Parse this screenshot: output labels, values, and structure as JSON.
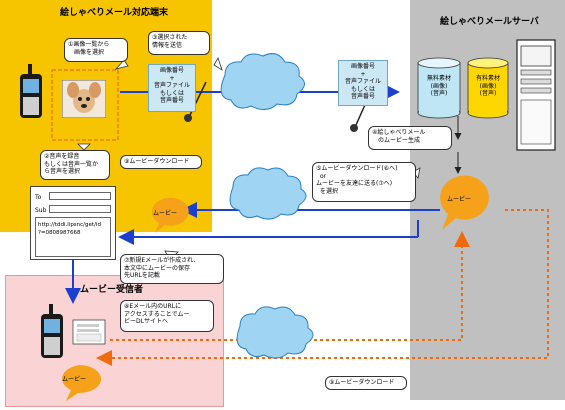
{
  "terminal": {
    "title": "絵しゃべりメール対応端末",
    "step1": [
      "①画像一覧から",
      "画像を選択"
    ],
    "step2": [
      "②音声を録音",
      "もしくは音声一覧か",
      "ら音声を選択"
    ],
    "step3": [
      "③選択された",
      "情報を送信"
    ],
    "card_left": [
      "画像番号",
      "+",
      "音声ファイル",
      "もしくは",
      "音声番号"
    ],
    "step9": "⑨ムービーダウンロード",
    "movie_bubble": "ムービー"
  },
  "server": {
    "title": "絵しゃべりメールサーバ",
    "card_right": [
      "画像番号",
      "+",
      "音声ファイル",
      "もしくは",
      "音声番号"
    ],
    "free_material": [
      "無料素材",
      "(画像)",
      "(音声)"
    ],
    "paid_material": [
      "有料素材",
      "(画像)",
      "(音声)"
    ],
    "step4": [
      "④絵しゃべりメール",
      "のムービー生成"
    ],
    "step5": [
      "⑤ムービーダウンロード(⑥へ)",
      "or",
      "ムービーを友達に送る(⑦へ)",
      "を選択"
    ],
    "movie_bubble": "ムービー"
  },
  "mail": {
    "to_label": "To",
    "sub_label": "Sub",
    "body_lines": [
      "http://tddi.lipsnc/get/id",
      "?=0808987668"
    ],
    "step7": [
      "⑦新規Eメールが作成され、",
      "本文中にムービーの保存",
      "先URLを記載"
    ]
  },
  "recipient": {
    "title": "ムービー受信者",
    "step8": [
      "⑧Eメール内のURLに",
      "アクセスすることでムー",
      "ビーDLサイトへ"
    ],
    "movie_bubble": "ムービー",
    "step9": "⑨ムービーダウンロード"
  },
  "colors": {
    "terminal_bg": "#f7c400",
    "server_bg": "#c0c0c0",
    "recipient_bg": "#fad4d4",
    "blue_arrow": "#1d3fcf",
    "orange_dotted": "#f06a10",
    "card_bg": "#cde8f5",
    "cyl_free": "#bfe6f5",
    "cyl_paid": "#ffd700",
    "bubble_orange": "#f5a21a"
  }
}
